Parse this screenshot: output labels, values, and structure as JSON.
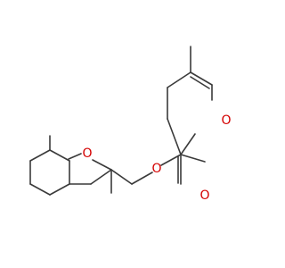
{
  "molecule": {
    "atoms": {
      "o_ring_left": "O",
      "o_ester": "O",
      "o_carbonyl": "O",
      "o_ring_right": "O"
    },
    "colors": {
      "bond": "#3a3a3a",
      "oxygen": "#d40000",
      "background": "#ffffff"
    }
  }
}
